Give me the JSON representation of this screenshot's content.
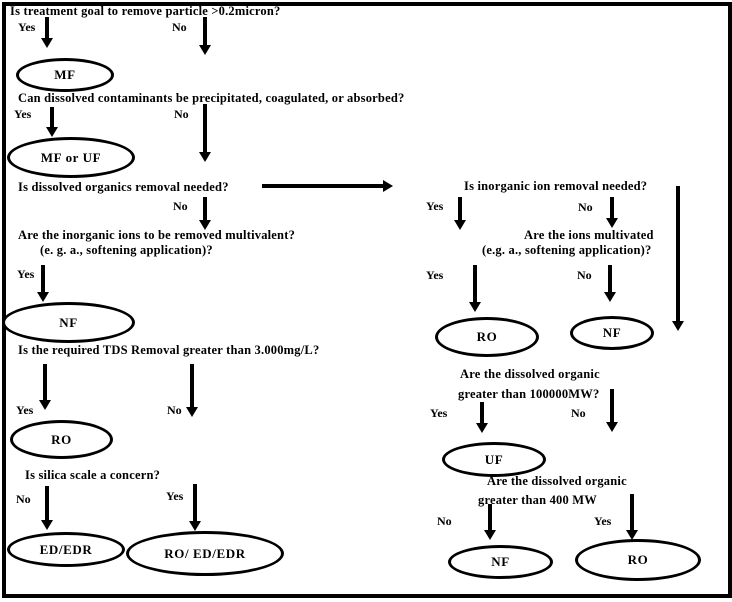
{
  "flowchart": {
    "questions": {
      "particle": "Is treatment goal to remove particle >0.2micron?",
      "precipitate": "Can dissolved contaminants be precipitated, coagulated, or absorbed?",
      "organics_removal": "Is dissolved organics removal needed?",
      "multivalent_line1": "Are the inorganic ions to be removed multivalent?",
      "multivalent_line2": "(e. g.  a., softening application)?",
      "tds": "Is the required TDS Removal greater than 3.000mg/L?",
      "silica": "Is silica scale a concern?",
      "inorganic_ion": "Is inorganic ion removal needed?",
      "multivated_line1": "Are the ions multivated",
      "multivated_line2": "(e.g. a., softening application)?",
      "organic_100000_line1": "Are the dissolved organic",
      "organic_100000_line2": "greater than 100000MW?",
      "organic_400_line1": "Are the dissolved organic",
      "organic_400_line2": "greater than 400 MW"
    },
    "branch_labels": {
      "yes": "Yes",
      "no": "No"
    },
    "nodes": {
      "mf": "MF",
      "mf_or_uf": "MF or UF",
      "nf_left": "NF",
      "ro_left": "RO",
      "ed_edr": "ED/EDR",
      "ro_ed_edr": "RO/ ED/EDR",
      "ro_mid_right": "RO",
      "nf_mid_right": "NF",
      "uf_right": "UF",
      "nf_bottom_right": "NF",
      "ro_bottom_right": "RO"
    }
  }
}
